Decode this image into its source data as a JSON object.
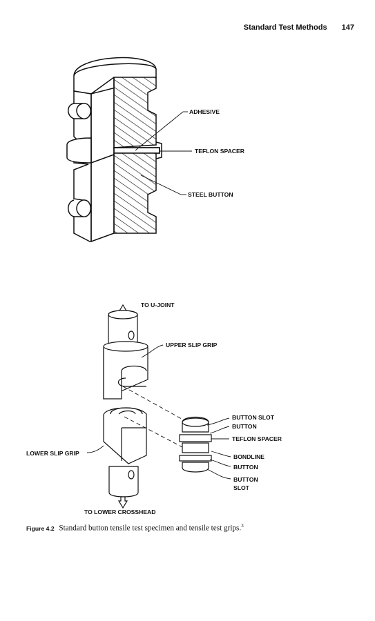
{
  "header": {
    "running_title": "Standard Test Methods",
    "page_number": "147"
  },
  "figure_top": {
    "labels": {
      "adhesive": "ADHESIVE",
      "teflon_spacer": "TEFLON SPACER",
      "steel_button": "STEEL BUTTON"
    }
  },
  "figure_bottom": {
    "labels": {
      "to_u_joint": "TO U-JOINT",
      "upper_slip_grip": "UPPER SLIP GRIP",
      "lower_slip_grip": "LOWER SLIP GRIP",
      "button_slot_top": "BUTTON SLOT",
      "button_top": "BUTTON",
      "teflon_spacer": "TEFLON SPACER",
      "bondline": "BONDLINE",
      "button_bottom": "BUTTON",
      "button_slot_bottom_1": "BUTTON",
      "button_slot_bottom_2": "SLOT",
      "to_lower_crosshead": "TO LOWER CROSSHEAD"
    }
  },
  "caption": {
    "figure_label": "Figure 4.2",
    "text": "Standard button tensile test specimen and tensile test grips.",
    "reference": "3"
  }
}
